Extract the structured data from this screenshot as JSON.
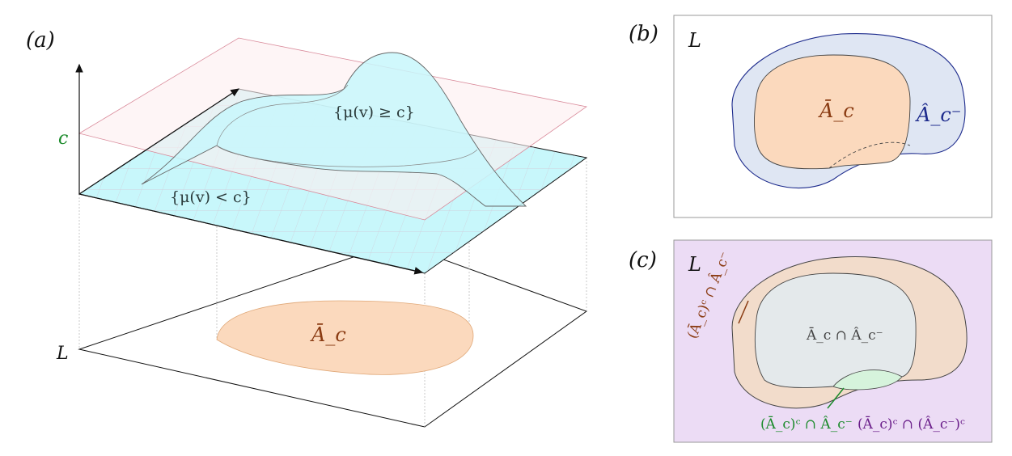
{
  "panel_a": {
    "label": "(a)",
    "axis_label_c": "c",
    "axis_label_L": "L",
    "region_upper": "{μ(v) ≥ c}",
    "region_lower": "{μ(v) < c}",
    "projected_set": "Ā_c"
  },
  "panel_b": {
    "label": "(b)",
    "space_label": "L",
    "inner_set": "Ā_c",
    "outer_set": "Â_c⁻"
  },
  "panel_c": {
    "label": "(c)",
    "space_label": "L",
    "intersection": "Ā_c ∩ Â_c⁻",
    "complement_A_inter_Ahat": "(Ā_c)ᶜ ∩ Â_c⁻",
    "A_inter_Ahat_complement": "(Ā_c)ᶜ ∩ Â_c⁻",
    "both_complements": "(Ā_c)ᶜ ∩ (Â_c⁻)ᶜ"
  },
  "colors": {
    "cyan_surface": "#c8f7fb",
    "pink_plane": "#fdeef0",
    "orange_set": "#fbd9bd",
    "blue_set": "#dfe6f3",
    "blue_stroke": "#1c2a8c",
    "purple_bg": "#ecdcf5",
    "green_region": "#d6f3dc",
    "green_text": "#1a8a2a",
    "brown_text": "#8a3b12",
    "purple_text": "#6a1e8a"
  }
}
